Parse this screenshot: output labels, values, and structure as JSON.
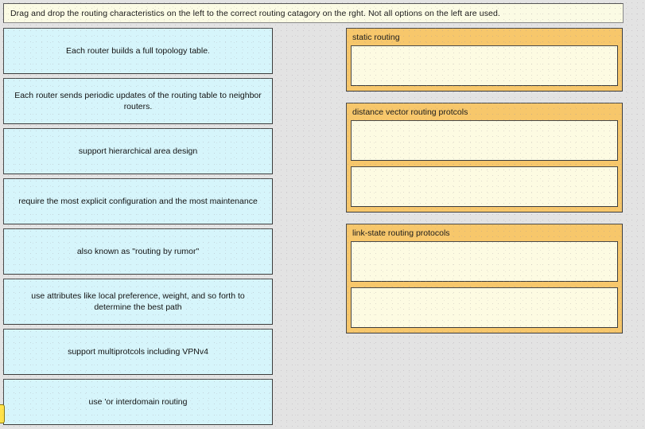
{
  "instruction": {
    "text": "Drag and drop the routing characteristics on the left to the correct routing catagory on the rght. Not all options on the left are used."
  },
  "colors": {
    "page_background": "#e3e3e3",
    "banner_background": "#fbfbe4",
    "option_background": "#d6f5fb",
    "category_header_background": "#f7c76b",
    "dropslot_background": "#fdfbe2",
    "border": "#4a4a4a",
    "text": "#121212",
    "drag_artifact": "#ffe24a"
  },
  "left_panel": {
    "name": "routing-characteristics",
    "options": [
      {
        "label": "Each router builds a full topology table."
      },
      {
        "label": "Each router sends periodic updates of the routing table to neighbor routers."
      },
      {
        "label": "support hierarchical area design"
      },
      {
        "label": "require the most explicit configuration and the most maintenance"
      },
      {
        "label": "also known as \"routing by rumor\""
      },
      {
        "label": "use attributes like local preference, weight, and so forth to determine the best path"
      },
      {
        "label": "support multiprotcols including VPNv4"
      },
      {
        "label": "use 'or interdomain routing"
      }
    ]
  },
  "right_panel": {
    "name": "routing-categories",
    "categories": [
      {
        "title": "static routing",
        "slots": [
          {
            "value": ""
          }
        ]
      },
      {
        "title": "distance vector routing protcols",
        "slots": [
          {
            "value": ""
          },
          {
            "value": ""
          }
        ]
      },
      {
        "title": "link-state routing protocols",
        "slots": [
          {
            "value": ""
          },
          {
            "value": ""
          }
        ]
      }
    ]
  }
}
